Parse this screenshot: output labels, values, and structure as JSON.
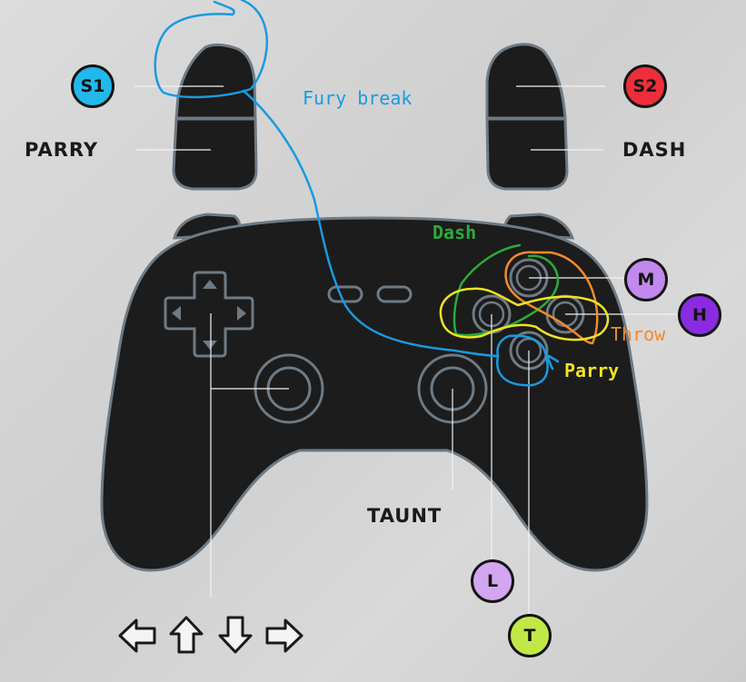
{
  "colors": {
    "s1": "#22b8ec",
    "s2": "#ee2e3c",
    "m": "#c189ee",
    "h": "#8a2be2",
    "l": "#d4a6f1",
    "t": "#c2e847",
    "annotation_blue": "#1a9ae0",
    "annotation_green": "#2bab3a",
    "annotation_orange": "#f28a2b",
    "annotation_yellow": "#f0e323",
    "controller": "#1c1c1c"
  },
  "badges": {
    "s1": "S1",
    "s2": "S2",
    "m": "M",
    "h": "H",
    "l": "L",
    "t": "T"
  },
  "labels": {
    "parry": "PARRY",
    "dash": "DASH",
    "taunt": "TAUNT"
  },
  "annotations": {
    "fury_break": "Fury break",
    "dash": "Dash",
    "throw": "Throw",
    "parry": "Parry"
  },
  "arrows": [
    {
      "name": "left-arrow-icon",
      "direction": "left"
    },
    {
      "name": "up-arrow-icon",
      "direction": "up"
    },
    {
      "name": "down-arrow-icon",
      "direction": "down"
    },
    {
      "name": "right-arrow-icon",
      "direction": "right"
    }
  ]
}
